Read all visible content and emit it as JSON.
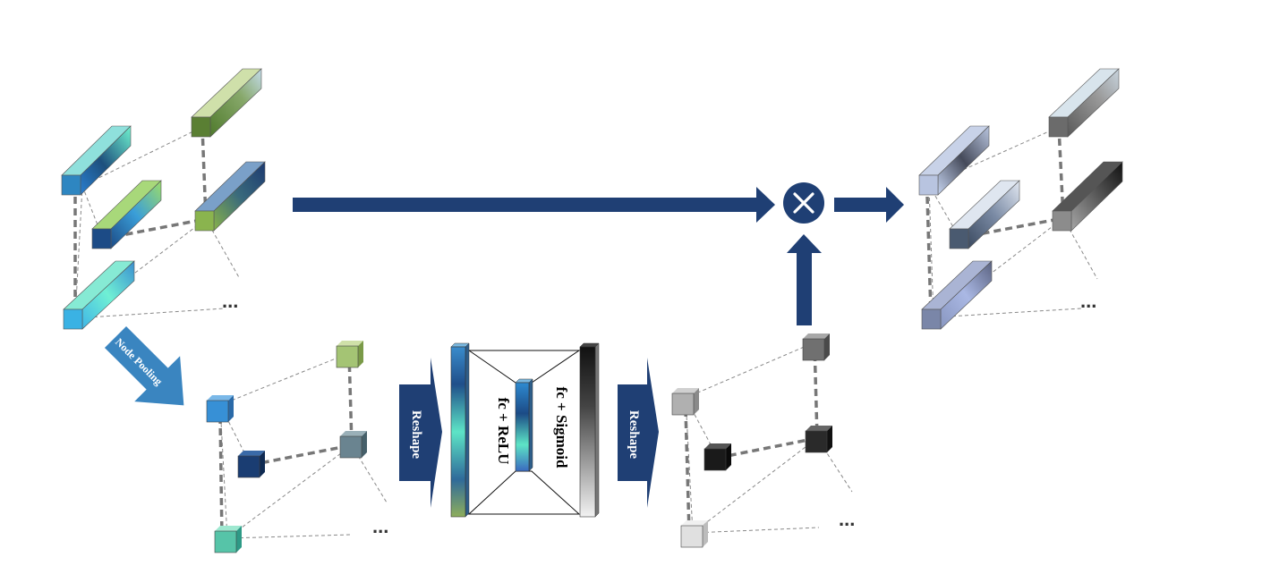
{
  "labels": {
    "node_pooling": "Node Pooling",
    "reshape_in": "Reshape",
    "reshape_out": "Reshape",
    "fc_relu": "fc + ReLU",
    "fc_sigmoid": "fc + Sigmoid",
    "ellipsis": "..."
  },
  "colors": {
    "arrow": "#1f3f74",
    "pool_arrow": "#3a85c0",
    "input_bars": [
      "#2e86c1",
      "#1c4b86",
      "#38c0d8",
      "#6d8c3c",
      "#7fa855"
    ],
    "output_bars": [
      "#b8c4e0",
      "#5a6a80",
      "#8c9ac8",
      "#6b6b6b",
      "#808080"
    ]
  },
  "icons": {
    "multiply": "circled-times-icon"
  }
}
